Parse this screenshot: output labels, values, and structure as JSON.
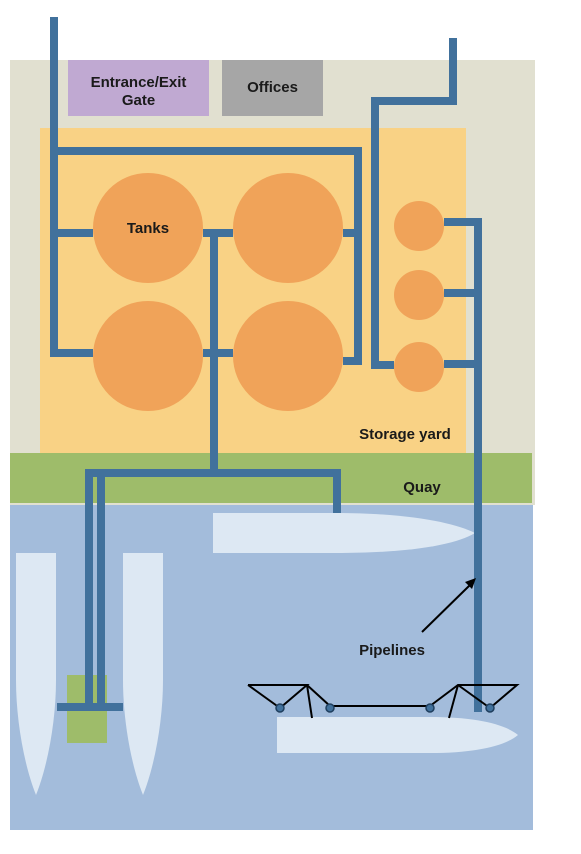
{
  "labels": {
    "gate_line1": "Entrance/Exit",
    "gate_line2": "Gate",
    "offices": "Offices",
    "tanks": "Tanks",
    "storage_yard": "Storage yard",
    "quay": "Quay",
    "pipelines": "Pipelines"
  },
  "colors": {
    "land": "#e1e0d0",
    "storage_yard": "#f9d285",
    "gate": "#c0a9d2",
    "offices": "#a6a6a6",
    "tank": "#f0a359",
    "quay": "#9ebc6a",
    "water": "#a3bcdb",
    "vessel": "#dde8f3",
    "pipe": "#41719c",
    "frame": "#000000"
  },
  "legend": {
    "tank_count_large": 4,
    "tank_count_small": 3
  }
}
